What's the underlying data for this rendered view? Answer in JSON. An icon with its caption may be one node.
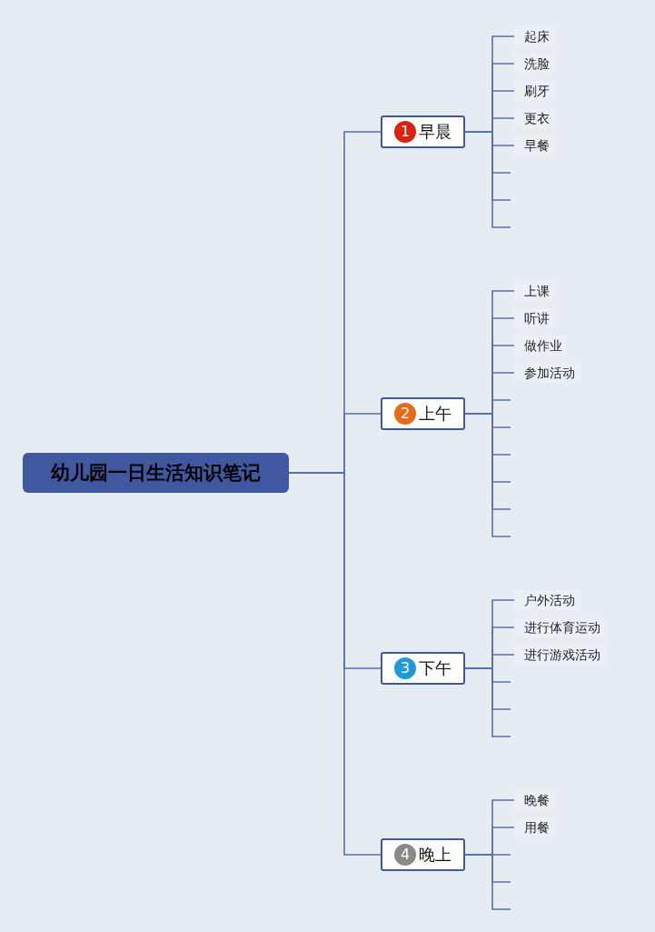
{
  "diagram": {
    "nodes": [
      {
        "text": [
          "幼儿园一日生活知识笔记"
        ]
      },
      {
        "text": [
          "1",
          "早晨"
        ]
      },
      {
        "text": [
          "起床"
        ]
      },
      {
        "text": [
          "洗脸"
        ]
      },
      {
        "text": [
          "刷牙"
        ]
      },
      {
        "text": [
          "更衣"
        ]
      },
      {
        "text": [
          "早餐"
        ]
      },
      {
        "text": [
          "2",
          "上午"
        ]
      },
      {
        "text": [
          "上课"
        ]
      },
      {
        "text": [
          "听讲"
        ]
      },
      {
        "text": [
          "做作业"
        ]
      },
      {
        "text": [
          "参加活动"
        ]
      },
      {
        "text": [
          "3",
          "下午"
        ]
      },
      {
        "text": [
          "户外活动"
        ]
      },
      {
        "text": [
          "进行体育运动"
        ]
      },
      {
        "text": [
          "进行游戏活动"
        ]
      },
      {
        "text": [
          "4",
          "晚上"
        ]
      },
      {
        "text": [
          "晚餐"
        ]
      },
      {
        "text": [
          "用餐"
        ]
      }
    ],
    "edges": [
      {
        "from": 0,
        "to": 1,
        "arrow": "none"
      },
      {
        "from": 0,
        "to": 7,
        "arrow": "none"
      },
      {
        "from": 0,
        "to": 12,
        "arrow": "none"
      },
      {
        "from": 0,
        "to": 16,
        "arrow": "none"
      },
      {
        "from": 1,
        "to": 2,
        "arrow": "none"
      },
      {
        "from": 1,
        "to": 3,
        "arrow": "none"
      },
      {
        "from": 1,
        "to": 4,
        "arrow": "none"
      },
      {
        "from": 1,
        "to": 5,
        "arrow": "none"
      },
      {
        "from": 1,
        "to": 6,
        "arrow": "none"
      },
      {
        "from": 1,
        "to": null,
        "arrow": "none"
      },
      {
        "from": 1,
        "to": null,
        "arrow": "none"
      },
      {
        "from": 1,
        "to": null,
        "arrow": "none"
      },
      {
        "from": 7,
        "to": 8,
        "arrow": "none"
      },
      {
        "from": 7,
        "to": 9,
        "arrow": "none"
      },
      {
        "from": 7,
        "to": 10,
        "arrow": "none"
      },
      {
        "from": 7,
        "to": 11,
        "arrow": "none"
      },
      {
        "from": 7,
        "to": null,
        "arrow": "none"
      },
      {
        "from": 7,
        "to": null,
        "arrow": "none"
      },
      {
        "from": 7,
        "to": null,
        "arrow": "none"
      },
      {
        "from": 7,
        "to": null,
        "arrow": "none"
      },
      {
        "from": 7,
        "to": null,
        "arrow": "none"
      },
      {
        "from": 7,
        "to": null,
        "arrow": "none"
      },
      {
        "from": 12,
        "to": 13,
        "arrow": "none"
      },
      {
        "from": 12,
        "to": 14,
        "arrow": "none"
      },
      {
        "from": 12,
        "to": 15,
        "arrow": "none"
      },
      {
        "from": 12,
        "to": null,
        "arrow": "none"
      },
      {
        "from": 12,
        "to": null,
        "arrow": "none"
      },
      {
        "from": 12,
        "to": null,
        "arrow": "none"
      },
      {
        "from": 16,
        "to": 17,
        "arrow": "none"
      },
      {
        "from": 16,
        "to": 18,
        "arrow": "none"
      },
      {
        "from": 16,
        "to": null,
        "arrow": "none"
      },
      {
        "from": 16,
        "to": null,
        "arrow": "none"
      },
      {
        "from": 16,
        "to": null,
        "arrow": "none"
      }
    ]
  }
}
